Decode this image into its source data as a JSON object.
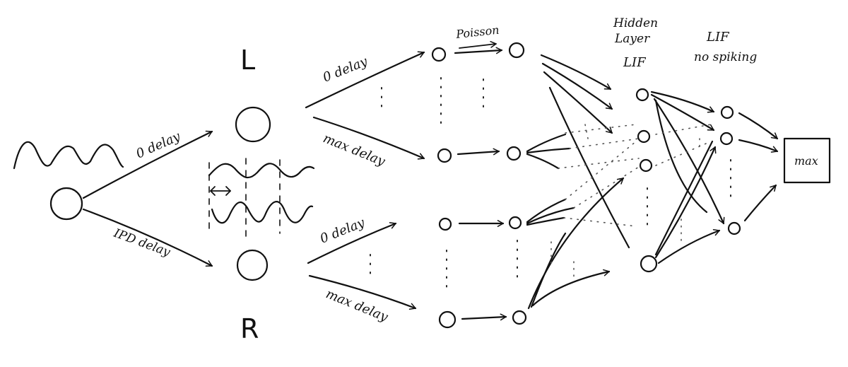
{
  "labels": {
    "left_ear": "L",
    "right_ear": "R",
    "input_zero_delay": "0 delay",
    "ipd_delay": "IPD delay",
    "left_zero_delay": "0 delay",
    "left_max_delay": "max delay",
    "right_zero_delay": "0 delay",
    "right_max_delay": "max delay",
    "poisson": "Poisson",
    "hidden_layer_line1": "Hidden",
    "hidden_layer_line2": "Layer",
    "hidden_lif": "LIF",
    "output_lif": "LIF",
    "output_no_spiking": "no spiking",
    "max_box": "max"
  },
  "colors": {
    "ink": "#111111",
    "background": "#ffffff"
  },
  "icons": [
    "phase-shift-arrow-icon"
  ]
}
